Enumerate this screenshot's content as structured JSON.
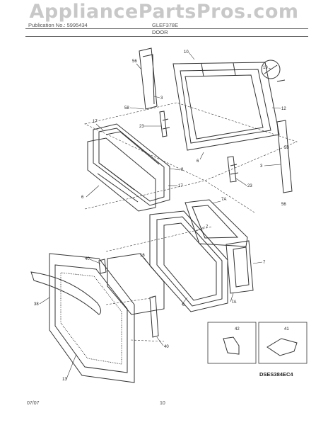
{
  "watermark": "AppliancePartsPros.com",
  "header": {
    "publication": "Publication No.: 5995434",
    "model": "GLEF378E",
    "section": "DOOR"
  },
  "footer": {
    "date": "07/07",
    "page": "10"
  },
  "diagram_code": "DSES384EC4",
  "callouts": {
    "c10": "10",
    "c56a": "56",
    "c3a": "3",
    "c58a": "58",
    "c19": "19",
    "c12": "12",
    "c23a": "23",
    "c17a": "17",
    "c6a": "6",
    "c58b": "58",
    "c23b": "23",
    "c3b": "3",
    "c56b": "56",
    "c8": "8",
    "c17b": "17",
    "c6b": "6",
    "c7Aa": "7A",
    "c7a": "7",
    "c40a": "40",
    "c16": "16",
    "c7b": "7",
    "c38": "38",
    "c6c": "6",
    "c7Ab": "7A",
    "c40b": "40",
    "c13": "13",
    "c42": "42",
    "c41": "41"
  }
}
